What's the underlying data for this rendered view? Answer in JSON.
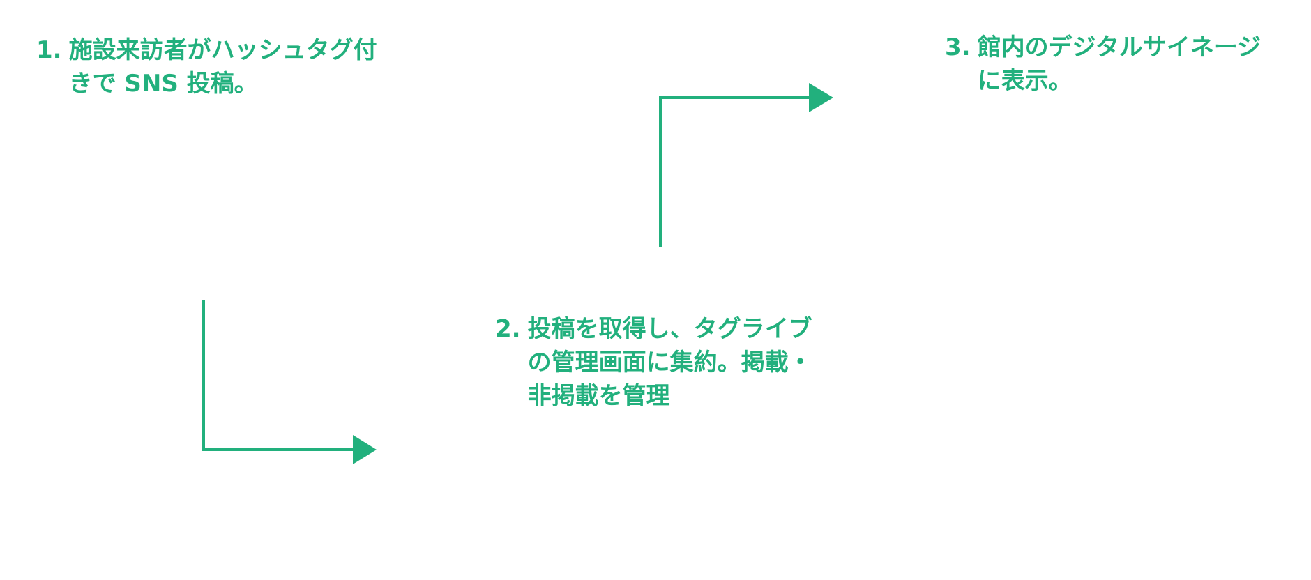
{
  "colors": {
    "accent": "#22b07d",
    "background": "#ffffff"
  },
  "steps": [
    {
      "number": "1.",
      "text": "施設来訪者がハッシュタグ付きで SNS 投稿。"
    },
    {
      "number": "2.",
      "text": "投稿を取得し、タグライブの管理画面に集約。掲載・非掲載を管理"
    },
    {
      "number": "3.",
      "text": "館内のデジタルサイネージに表示。"
    }
  ],
  "connectors": [
    {
      "from": "step-1",
      "to": "step-2",
      "shape": "down-then-right",
      "head": "arrow"
    },
    {
      "from": "step-2",
      "to": "step-3",
      "shape": "up-then-right",
      "head": "arrow"
    }
  ]
}
